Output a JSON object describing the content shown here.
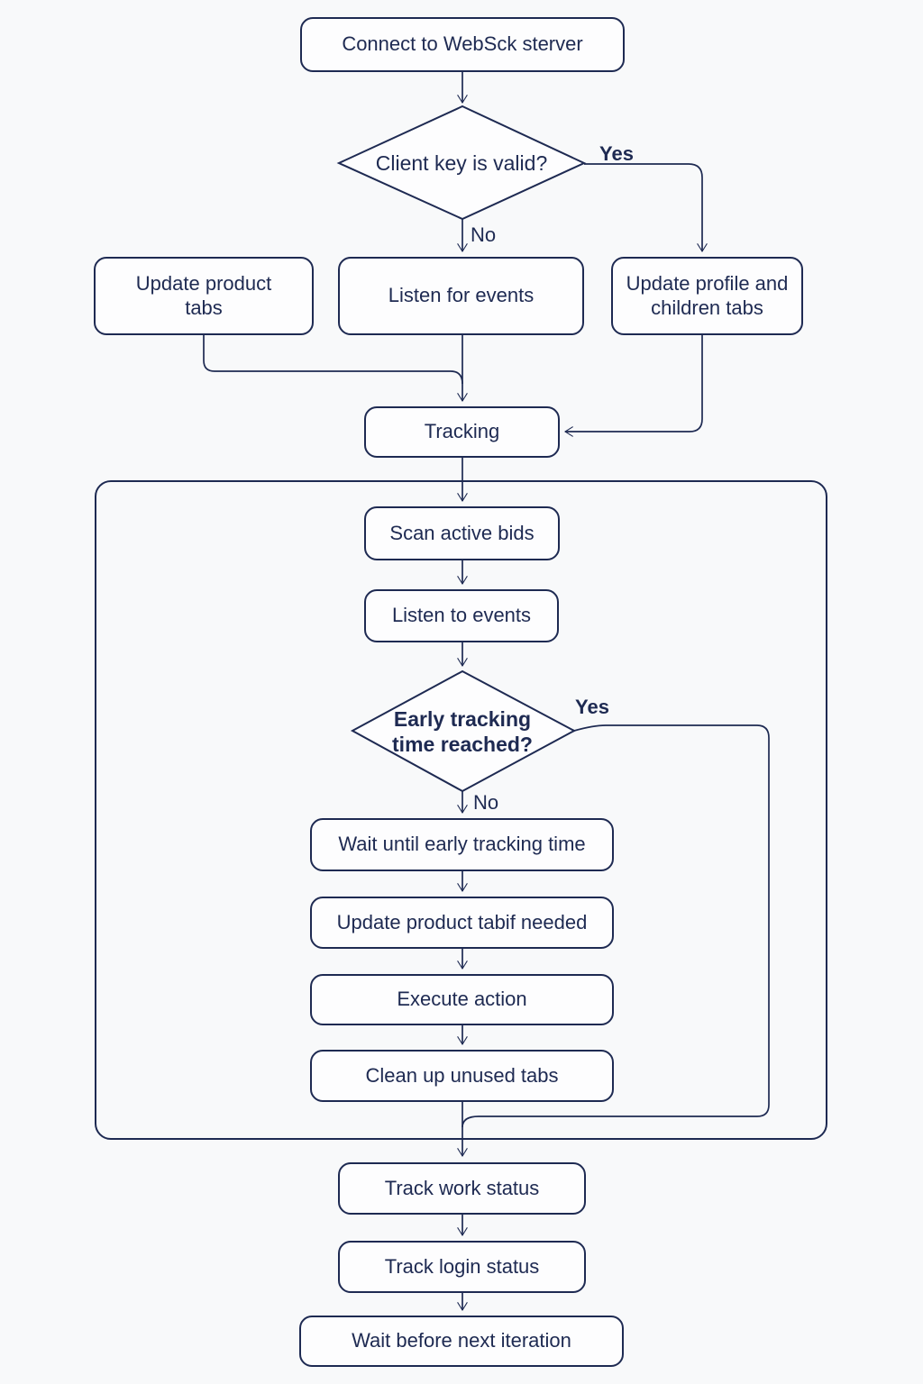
{
  "colors": {
    "stroke": "#1e2a52",
    "text": "#1e2a52",
    "node_fill": "#fdfdfe",
    "background": "#f8f9fa"
  },
  "nodes": {
    "connect": {
      "label": "Connect to WebSck sterver"
    },
    "client_key_valid": {
      "label": "Client key is valid?"
    },
    "update_product_tabs": {
      "label": "Update product tabs"
    },
    "listen_for_events": {
      "label": "Listen for events"
    },
    "update_profile": {
      "label": "Update profile and children tabs"
    },
    "tracking": {
      "label": "Tracking"
    },
    "scan_active_bids": {
      "label": "Scan active bids"
    },
    "listen_to_events": {
      "label": "Listen to events"
    },
    "early_tracking": {
      "label": "Early tracking time reached?"
    },
    "wait_until_early": {
      "label": "Wait until early tracking time"
    },
    "update_product_tab_if_needed": {
      "label": "Update product tabif needed"
    },
    "execute_action": {
      "label": "Execute action"
    },
    "clean_up_unused_tabs": {
      "label": "Clean up unused tabs"
    },
    "track_work_status": {
      "label": "Track work status"
    },
    "track_login_status": {
      "label": "Track login status"
    },
    "wait_before_next": {
      "label": "Wait before next iteration"
    }
  },
  "edge_labels": {
    "client_key_yes": "Yes",
    "client_key_no": "No",
    "early_yes": "Yes",
    "early_no": "No"
  }
}
